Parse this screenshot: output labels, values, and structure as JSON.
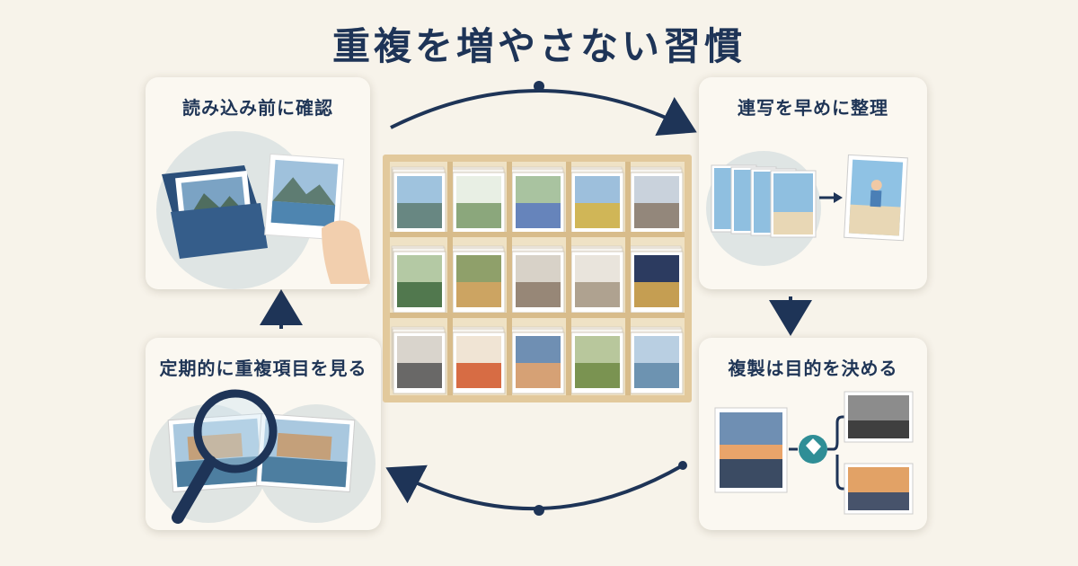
{
  "title": "重複を増やさない習慣",
  "steps": {
    "top_left": "読み込み前に確認",
    "top_right": "連写を早めに整理",
    "bottom_right": "複製は目的を決める",
    "bottom_left": "定期的に重複項目を見る"
  },
  "colors": {
    "navy": "#1e3457",
    "teal": "#2f8e96",
    "background": "#f7f3ea",
    "wood": "#e2c99c"
  },
  "icons": [
    "photo-box-icon",
    "hand-icon",
    "arrow-right-icon",
    "tag-icon",
    "magnifier-icon"
  ]
}
